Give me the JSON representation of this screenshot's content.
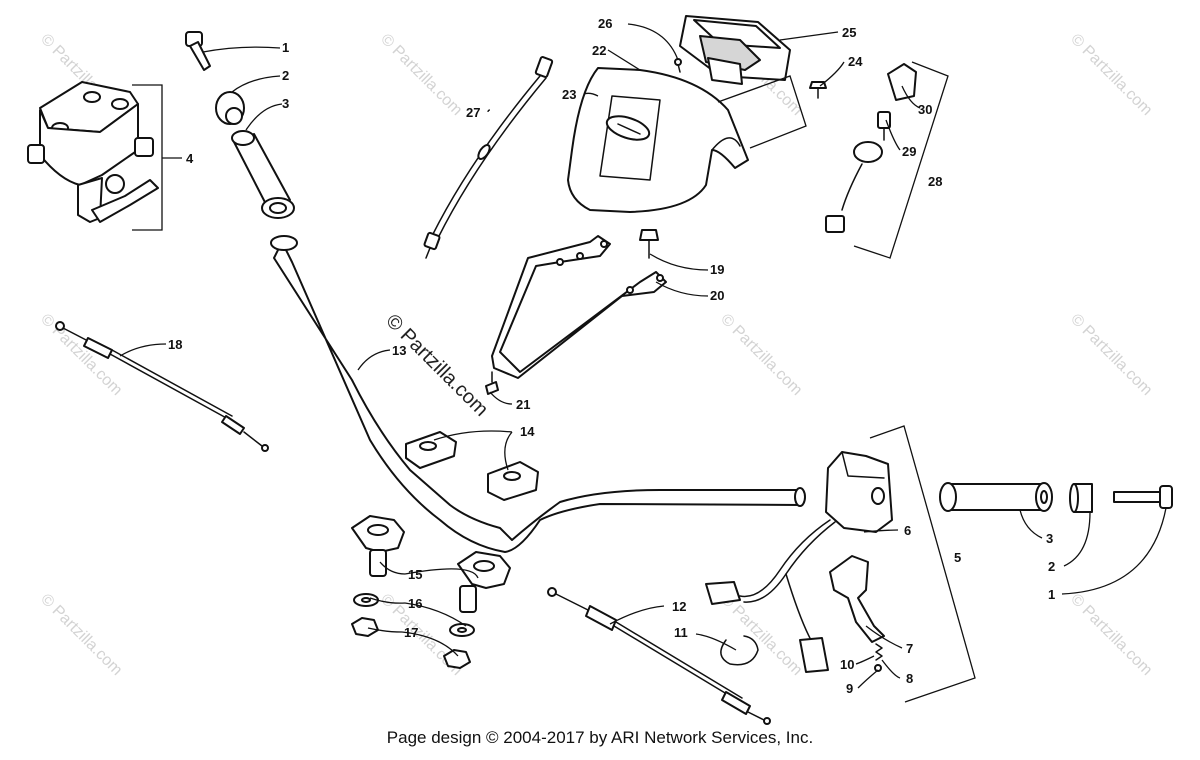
{
  "watermarks": {
    "tile_text": "© Partzilla.com",
    "center_text": "© Partzilla.com"
  },
  "callouts": [
    "1",
    "2",
    "3",
    "4",
    "5",
    "6",
    "7",
    "8",
    "9",
    "10",
    "11",
    "12",
    "13",
    "14",
    "15",
    "16",
    "17",
    "18",
    "19",
    "20",
    "21",
    "22",
    "23",
    "24",
    "25",
    "26",
    "27",
    "28",
    "29",
    "30"
  ],
  "footer": {
    "text": "Page design © 2004-2017 by ARI Network Services, Inc."
  }
}
